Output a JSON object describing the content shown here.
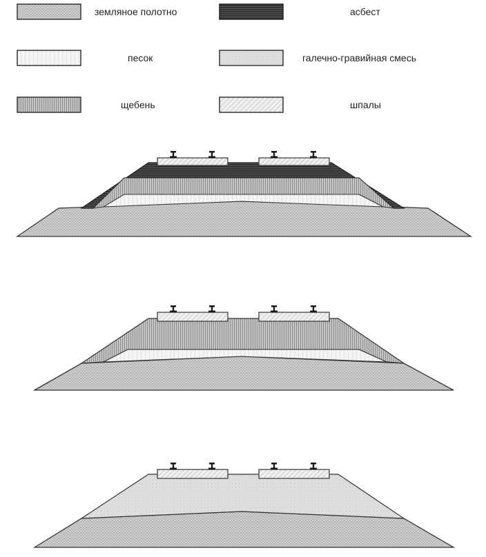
{
  "legend": {
    "items": [
      {
        "key": "subgrade",
        "label": "земляное полотно",
        "pattern": "pat-subgrade"
      },
      {
        "key": "asbestos",
        "label": "асбест",
        "pattern": "pat-asbestos"
      },
      {
        "key": "sand",
        "label": "песок",
        "pattern": "pat-sand"
      },
      {
        "key": "gravel",
        "label": "галечно-гравийная смесь",
        "pattern": "pat-gravel"
      },
      {
        "key": "crushed_stone",
        "label": "щебень",
        "pattern": "pat-crushed"
      },
      {
        "key": "sleepers",
        "label": "шпалы",
        "pattern": "pat-sleepers"
      }
    ]
  },
  "sections": [
    {
      "name": "section-asbestos-ballast",
      "layers": [
        "subgrade",
        "sand",
        "crushed_stone",
        "asbestos",
        "sleepers"
      ]
    },
    {
      "name": "section-crushed-stone-ballast",
      "layers": [
        "subgrade",
        "sand",
        "crushed_stone",
        "sleepers"
      ]
    },
    {
      "name": "section-gravel-ballast",
      "layers": [
        "subgrade",
        "gravel",
        "sleepers"
      ]
    }
  ],
  "colors": {
    "outline": "#333333",
    "subgrade": "#c9c9c9",
    "sand": "#f1f1f1",
    "crushed_stone": "#b9b9b9",
    "asbestos": "#3a3a3a",
    "gravel": "#dcdcdc",
    "sleepers": "#ececec"
  }
}
